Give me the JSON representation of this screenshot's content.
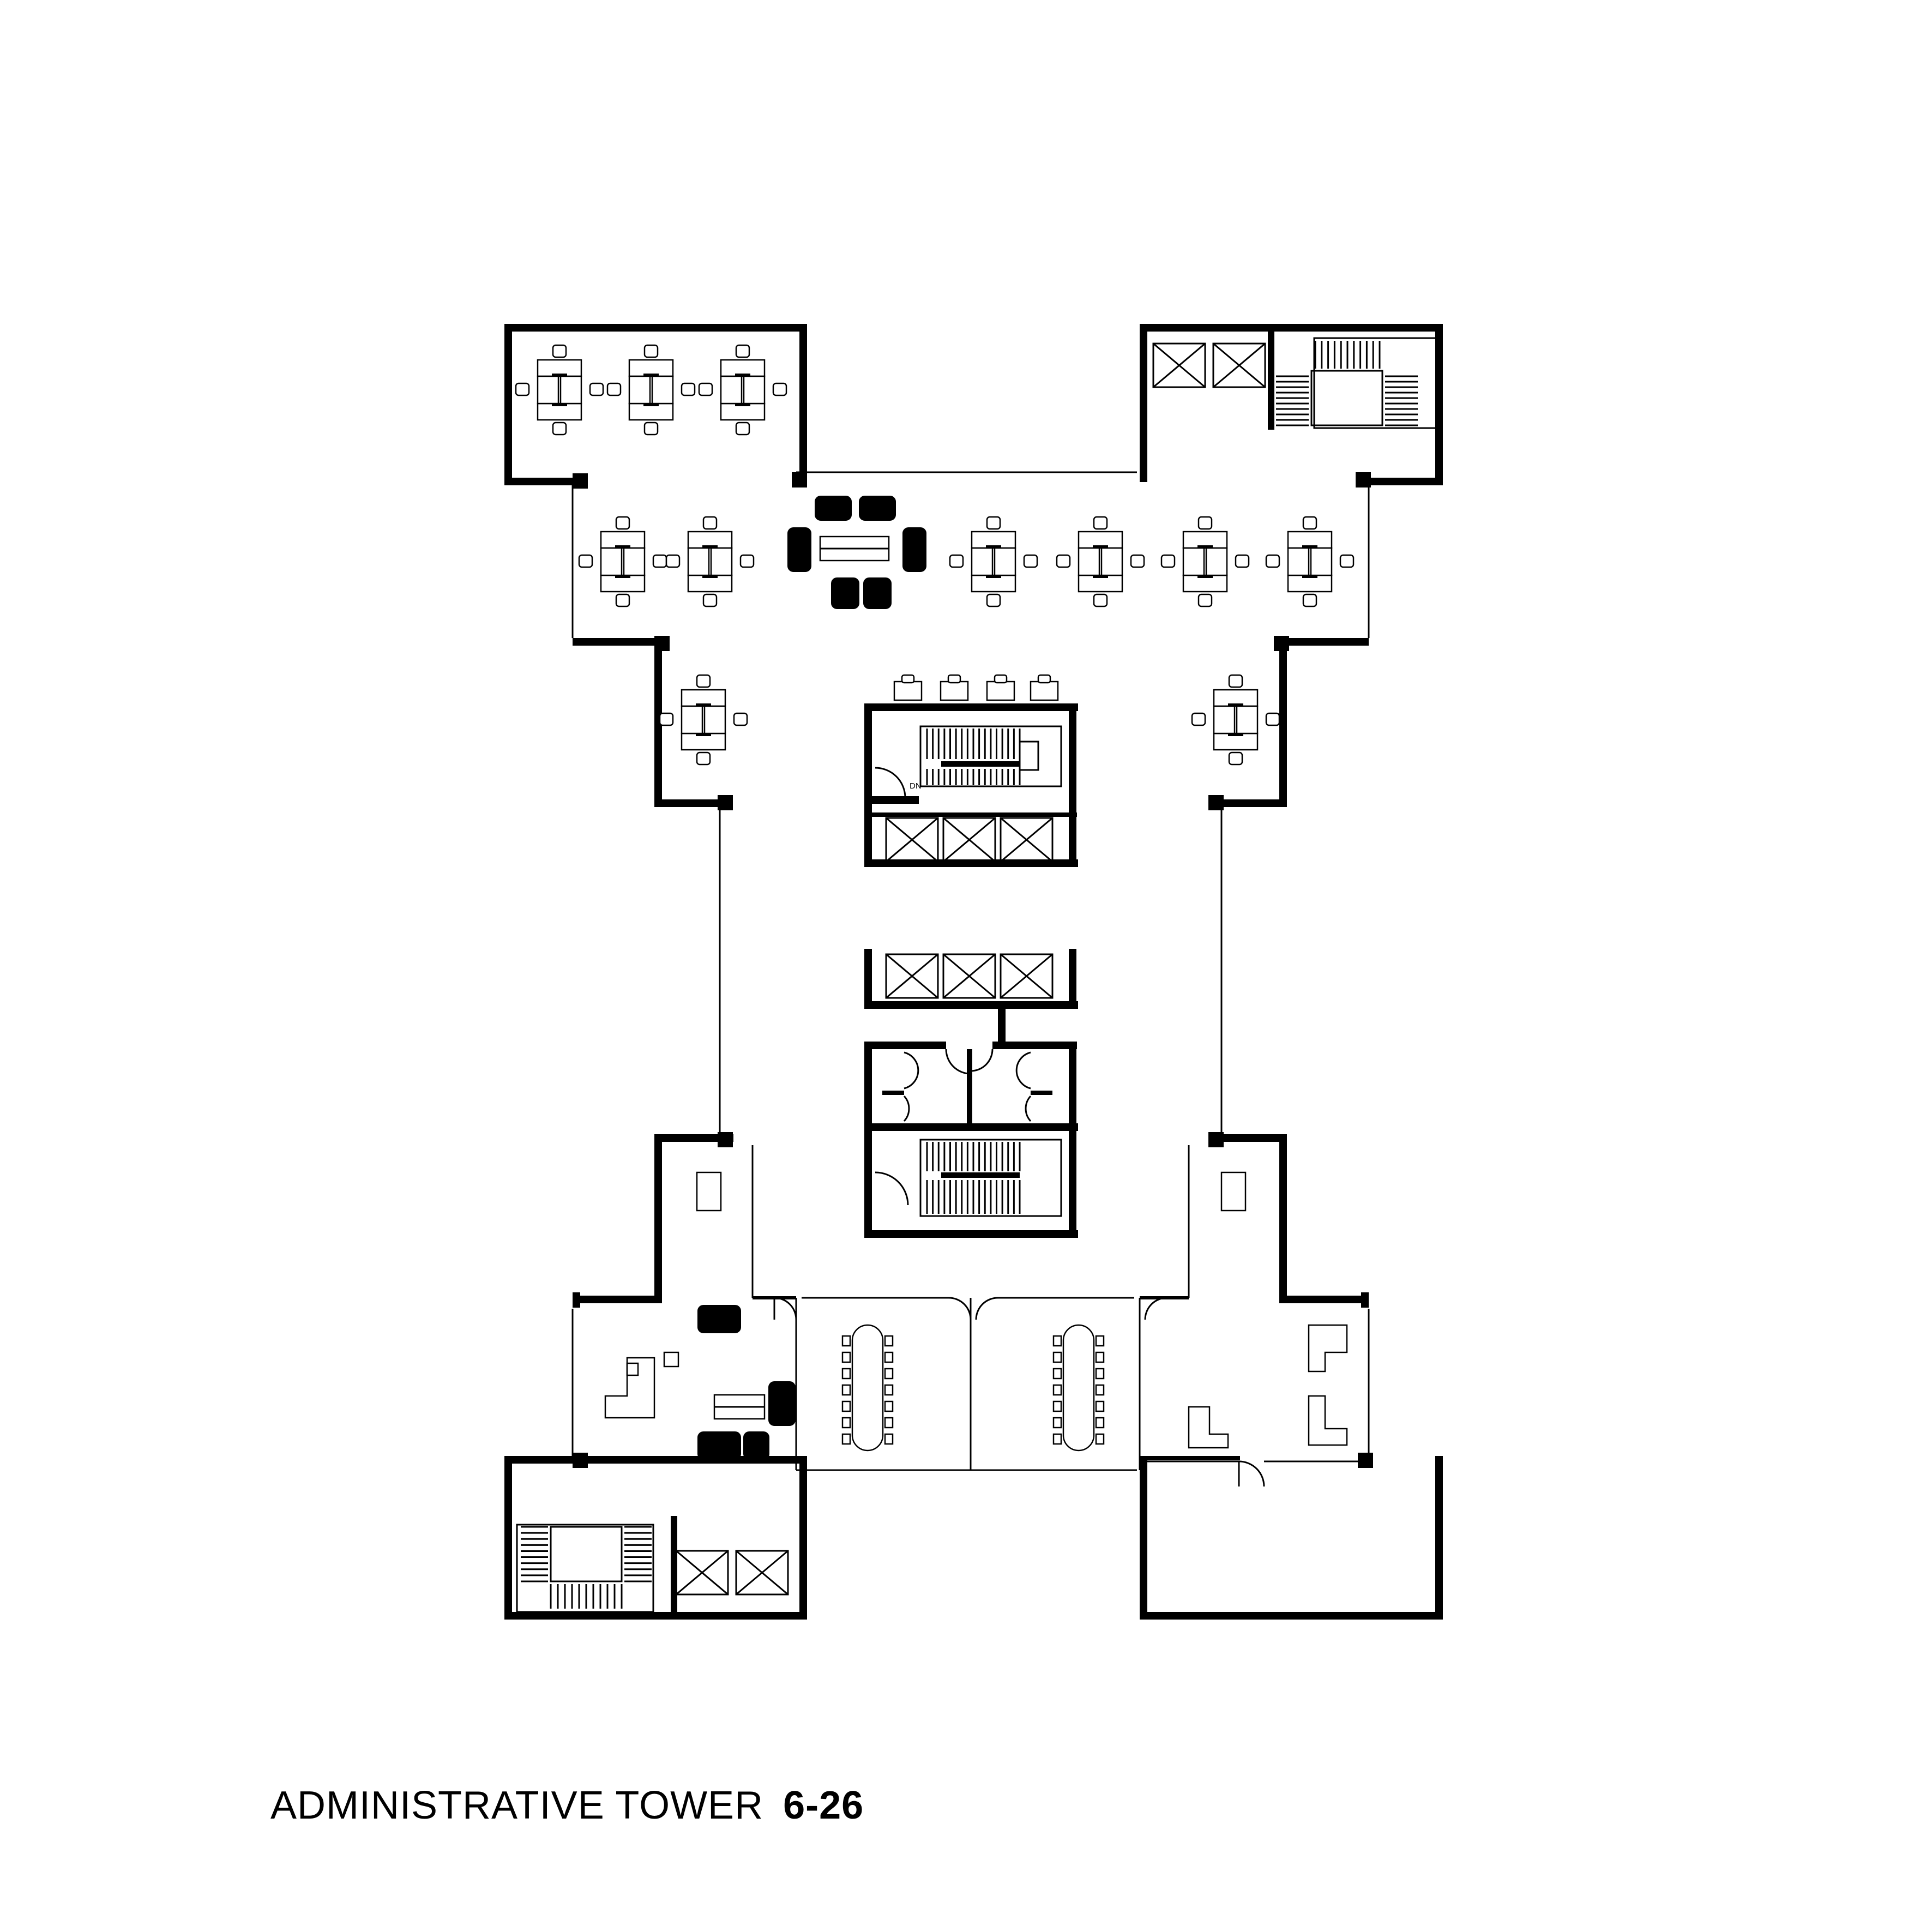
{
  "drawing": {
    "title": "ADMINISTRATIVE TOWER",
    "floor_range": "6-26",
    "stair_label": "DN"
  },
  "colors": {
    "ink": "#000000",
    "paper": "#ffffff"
  }
}
